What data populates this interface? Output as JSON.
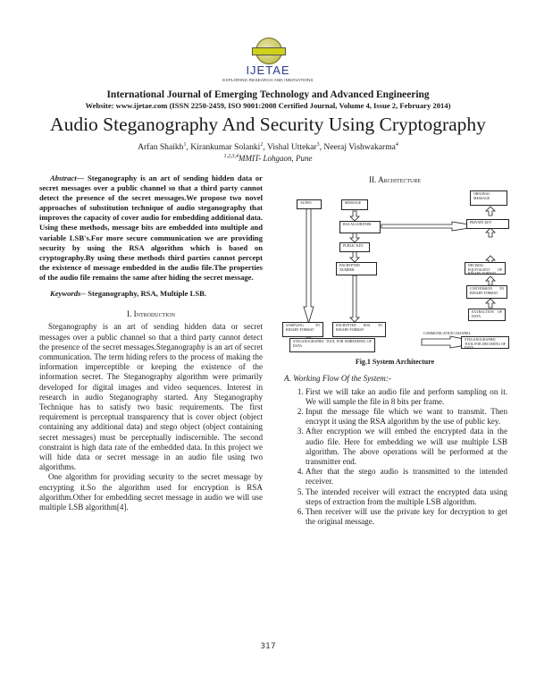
{
  "header": {
    "logo_text": "IJETAE",
    "logo_tagline": "EXPLORING RESEARCH AND INNOVATIONS",
    "journal_name": "International Journal of Emerging Technology and Advanced Engineering",
    "website_line": "Website: www.ijetae.com (ISSN 2250-2459, ISO 9001:2008 Certified Journal, Volume 4, Issue 2, February 2014)"
  },
  "paper": {
    "title": "Audio Steganography And Security Using Cryptography",
    "authors": [
      {
        "name": "Arfan Shaikh",
        "sup": "1"
      },
      {
        "name": "Kirankumar Solanki",
        "sup": "2"
      },
      {
        "name": "Vishal Uttekar",
        "sup": "3"
      },
      {
        "name": "Neeraj Vishwakarma",
        "sup": "4"
      }
    ],
    "affiliation_sup": "1,2,3,4",
    "affiliation": "MMIT- Lohgaon, Pune"
  },
  "abstract": {
    "label": "Abstract—",
    "text": " Steganography is an art of sending hidden data or secret messages over a public channel so that a third party cannot detect the presence of the secret messages.We propose two novel approaches of substitution technique of audio steganography that improves the capacity of cover audio for embedding additional data. Using these methods, message bits are embedded into multiple and variable LSB's.For more secure communication we are providing security by using the RSA algorithm which is based on cryptography.By using these methods third parties cannot percept the existence of message embedded in the audio file.The properties of the audio file remains the same after hiding the secret message."
  },
  "keywords": {
    "label": "Keywords--",
    "text": "   Steganography, RSA, Multiple LSB."
  },
  "introduction": {
    "heading": "I.  Introduction",
    "paragraphs": [
      "Steganography is an art of sending hidden data or secret messages over a public channel so that a third party cannot detect the presence of the secret messages.Steganography is an art of secret communication. The term hiding refers to the process of making the information imperceptible or keeping the existence of the information secret. The Steganography algorithm were primarily developed for digital images and video sequences. Interest in research in audio Steganography started. Any Steganography Technique has to satisfy two basic requirements. The first requirement is perceptual transparency that is cover object (object containing any additional data) and stego object (object containing secret messages) must be perceptually indiscernible. The second constraint is high data rate of the embedded data. In this project we will hide data or secret message in an audio file using two algorithms.",
      "One algorithm for providing security to the secret message by encrypting it.So the algorithm used for encryption is RSA algorithm.Other for embedding secret message in audio we will use multiple LSB algorithm[4]."
    ]
  },
  "architecture": {
    "heading": "II.  Architecture",
    "diagram": {
      "audio": "AUDIO",
      "message": "MESSAGE",
      "rsa": "RSA ALGORITHM",
      "public_key": "PUBLIC KEY",
      "encrypted_number": "ENCRYPTED NUMBER",
      "sampling": "SAMPLING TO BINARY FORMAT",
      "encrypted_nos": "ENCRYPTED NOS. TO BINARY FORMAT",
      "embed_tool": "STEGANOGRAPHIC TOOL FOR EMBEDDING OF DATA",
      "channel": "COMMUNICATION CHANNEL",
      "decode_tool": "STEGANOGRAPHIC TOOL FOR DECODING OF DATA",
      "extraction": "EXTRACTION OF DATA",
      "conversion": "CONVERSION TO BINARY FORMAT",
      "decimal": "DECIMAL EQUIVALENT OF BINARY FORMAT",
      "private_key": "PRIVATE KEY",
      "original_message": "ORIGINAL MESSAGE"
    },
    "figure_caption": "Fig.1 System Architecture",
    "subsection_heading": "A.   Working Flow Of the System:-",
    "steps": [
      "First we will take an audio file and perform sampling on it. We will sample the file in 8 bits per frame.",
      "Input the message file which we want to transmit. Then encrypt it using the RSA algorithm by the use of public key.",
      "After encryption we will embed the encrypted data in the audio file. Here for embedding we will use multiple LSB algorithm. The above operations will be performed at the transmitter end.",
      "After that the stego audio is transmitted to the intended receiver.",
      "The intended receiver will extract the encrypted data using steps of extraction from the multiple LSB algorithm.",
      "Then receiver will use the private key for decryption to get the original message."
    ]
  },
  "footer": {
    "page_number": "317"
  }
}
